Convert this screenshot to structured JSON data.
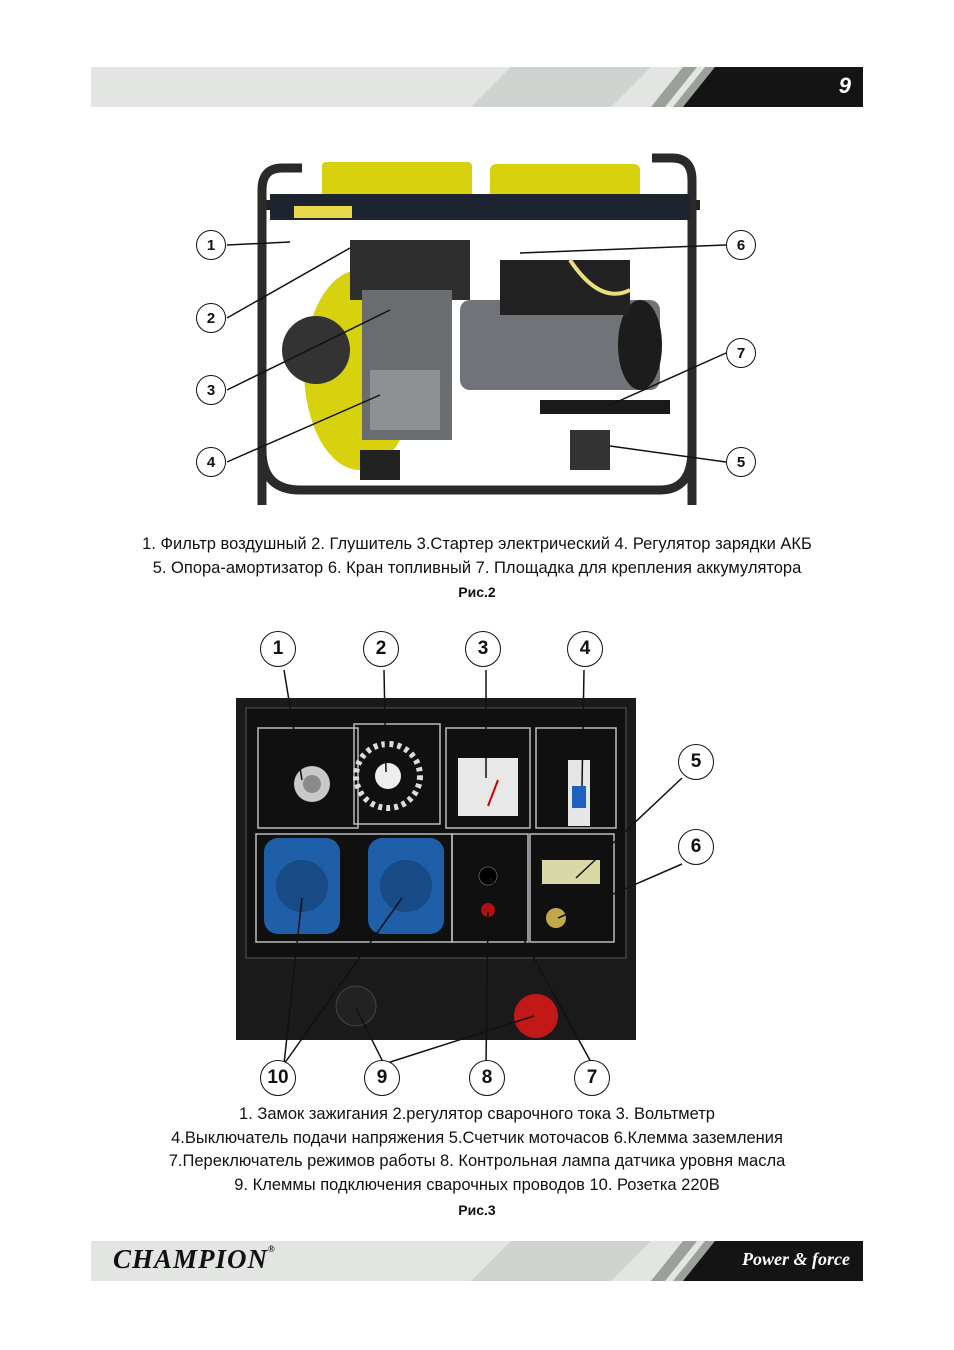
{
  "header": {
    "page_number": "9"
  },
  "figure2": {
    "label": "Рис.2",
    "callouts": [
      "1",
      "2",
      "3",
      "4",
      "6",
      "7",
      "5"
    ],
    "caption_lines": [
      "1. Фильтр воздушный 2. Глушитель 3.Стартер электрический 4. Регулятор  зарядки АКБ",
      "5. Опора-амортизатор  6. Кран топливный   7. Площадка для крепления аккумулятора"
    ]
  },
  "figure3": {
    "label": "Рис.3",
    "callouts_top": [
      "1",
      "2",
      "3",
      "4"
    ],
    "callouts_right": [
      "5",
      "6"
    ],
    "callouts_bottom": [
      "10",
      "9",
      "8",
      "7"
    ],
    "caption_lines": [
      "1. Замок зажигания 2.регулятор сварочного тока 3. Вольтметр",
      "4.Выключатель подачи напряжения 5.Счетчик моточасов 6.Клемма заземления",
      "7.Переключатель режимов работы 8. Контрольная лампа датчика уровня масла",
      "9. Клеммы подключения сварочных проводов 10. Розетка 220В"
    ]
  },
  "footer": {
    "brand": "CHAMPION",
    "slogan": "Power & force"
  },
  "colors": {
    "band_light": "#e2e5e2",
    "band_dark": "#141414",
    "frame_yellow": "#d8d20e",
    "socket_blue": "#1f5fa8"
  }
}
